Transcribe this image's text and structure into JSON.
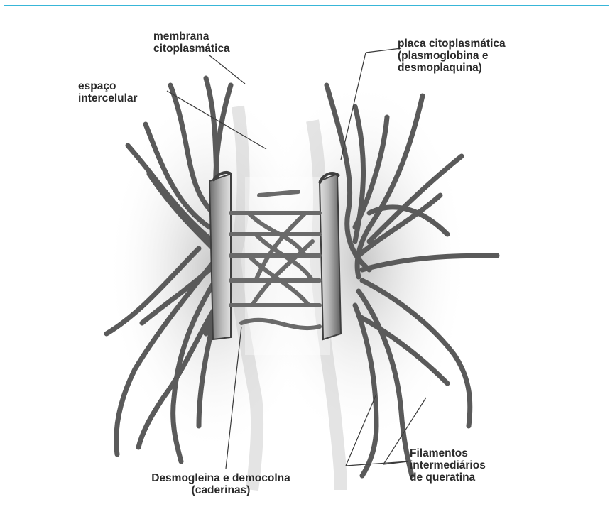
{
  "labels": {
    "membrana": [
      "membrana",
      "citoplasmática"
    ],
    "espaco": [
      "espaço",
      "intercelular"
    ],
    "placa": [
      "placa citoplasmática",
      "(plasmoglobina e",
      "desmoplaquina)"
    ],
    "desmogleina": [
      "Desmogleina e democolna",
      "(caderinas)"
    ],
    "filamentos": [
      "Filamentos",
      "intermediários",
      "de queratina"
    ]
  },
  "colors": {
    "frame": "#38b6d8",
    "filament": "#5a5a5a",
    "plaque": "#8c8c8c",
    "label": "#2a2a2a"
  }
}
